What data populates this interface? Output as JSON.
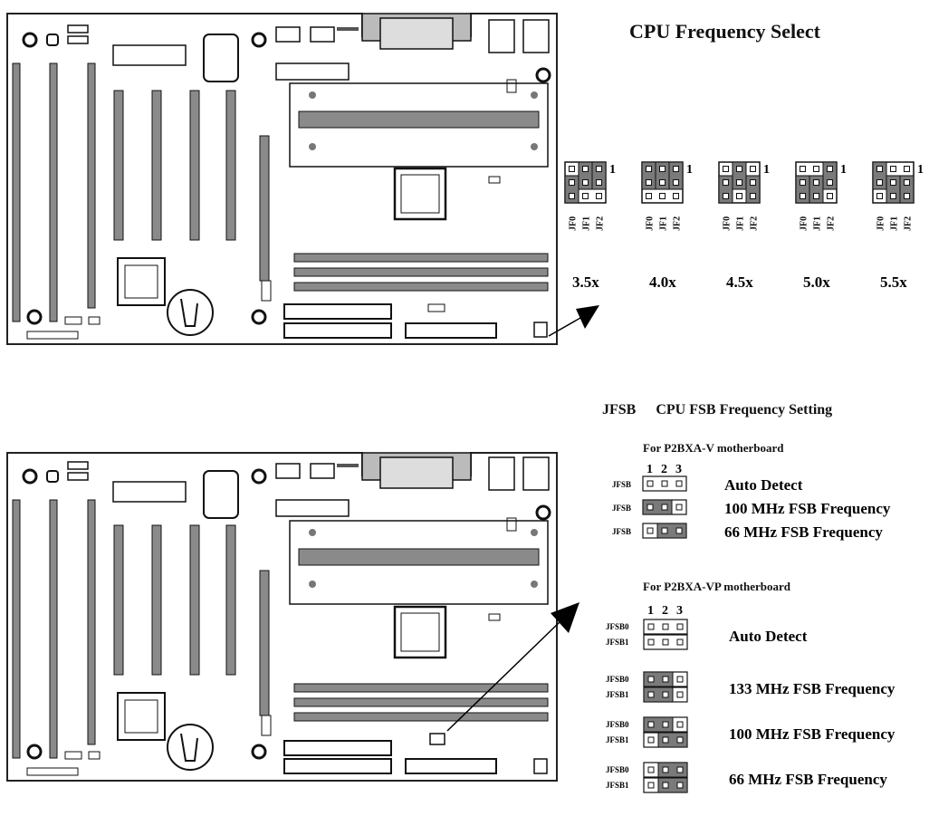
{
  "cpu_freq": {
    "title": "CPU Frequency Select",
    "jumper_labels": [
      "JF0",
      "JF1",
      "JF2"
    ],
    "pin_one_label": "1",
    "settings": [
      {
        "multiplier": "3.5x"
      },
      {
        "multiplier": "4.0x"
      },
      {
        "multiplier": "4.5x"
      },
      {
        "multiplier": "5.0x"
      },
      {
        "multiplier": "5.5x"
      }
    ]
  },
  "jfsb": {
    "title_code": "JFSB",
    "title_text": "CPU FSB Frequency Setting",
    "pin_numbers": [
      "1",
      "2",
      "3"
    ],
    "v_board": {
      "heading": "For P2BXA-V motherboard",
      "jumper_name": "JFSB",
      "options": [
        {
          "label": "Auto Detect"
        },
        {
          "label": "100 MHz FSB Frequency"
        },
        {
          "label": "66 MHz FSB Frequency"
        }
      ]
    },
    "vp_board": {
      "heading": "For P2BXA-VP motherboard",
      "jumper_names": [
        "JFSB0",
        "JFSB1"
      ],
      "options": [
        {
          "label": "Auto Detect"
        },
        {
          "label": "133 MHz FSB Frequency"
        },
        {
          "label": "100 MHz FSB Frequency"
        },
        {
          "label": "66 MHz FSB Frequency"
        }
      ]
    }
  },
  "colors": {
    "board_line": "#222222",
    "slot_fill": "#8a8a8a",
    "jumper_cap": "#7a7a7a",
    "arrow": "#000000"
  }
}
